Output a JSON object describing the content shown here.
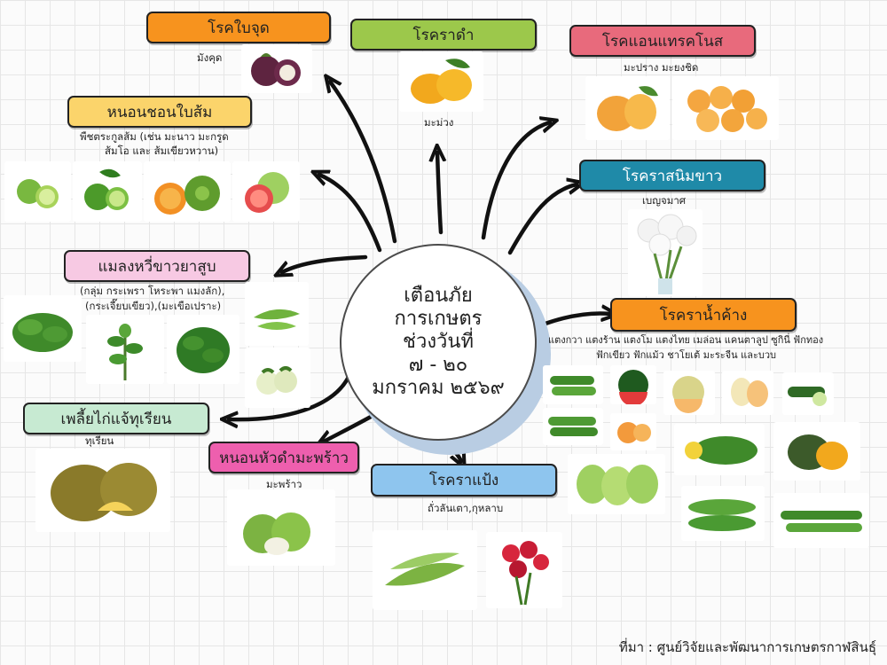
{
  "center": {
    "lines": [
      "เตือนภัย",
      "การเกษตร",
      "ช่วงวันที่",
      "๗ - ๒๐",
      "มกราคม ๒๕๖๙"
    ]
  },
  "nodes": {
    "leaf_spot": {
      "title": "โรคใบจุด",
      "crops": "มังคุด",
      "color": "#f7931e"
    },
    "black_rot": {
      "title": "โรคราดำ",
      "crops": "มะม่วง",
      "color": "#9cc84b"
    },
    "anthracnose": {
      "title": "โรคแอนแทรคโนส",
      "crops": "มะปราง มะยงชิด",
      "color": "#e86a7c"
    },
    "citrus_leafminer": {
      "title": "หนอนชอนใบส้ม",
      "crops_line1": "พืชตระกูลส้ม (เช่น มะนาว มะกรูด",
      "crops_line2": "ส้มโอ และ ส้มเขียวหวาน)",
      "color": "#fbd46b"
    },
    "white_rust": {
      "title": "โรคราสนิมขาว",
      "crops": "เบญจมาศ",
      "color": "#1f8aa8"
    },
    "tobacco_whitefly": {
      "title": "แมลงหวี่ขาวยาสูบ",
      "crops_line1": "(กลุ่ม กระเพรา โหระพา แมงลัก),",
      "crops_line2": "(กระเจี๊ยบเขียว),(มะเขือเปราะ)",
      "color": "#f7c9e3"
    },
    "downy_mildew": {
      "title": "โรคราน้ำค้าง",
      "crops_line1": "แตงกวา แตงร้าน แตงโม แตงไทย เมล่อน แคนตาลูป ซูกินี่ ฟักทอง",
      "crops_line2": "ฟักเขียว ฟักแม้ว ชาโยเต้ มะระจีน และบวบ",
      "color": "#f7931e"
    },
    "durian_psyllid": {
      "title": "เพลี้ยไก่แจ้ทุเรียน",
      "crops": "ทุเรียน",
      "color": "#c7ead2"
    },
    "coconut_caterpillar": {
      "title": "หนอนหัวดำมะพร้าว",
      "crops": "มะพร้าว",
      "color": "#ee5fae"
    },
    "powdery_mildew": {
      "title": "โรคราแป้ง",
      "crops": "ถั่วลันเตา,กุหลาบ",
      "color": "#8ec5ee"
    }
  },
  "source": "ที่มา : ศูนย์วิจัยและพัฒนาการเกษตรกาฬสินธุ์"
}
